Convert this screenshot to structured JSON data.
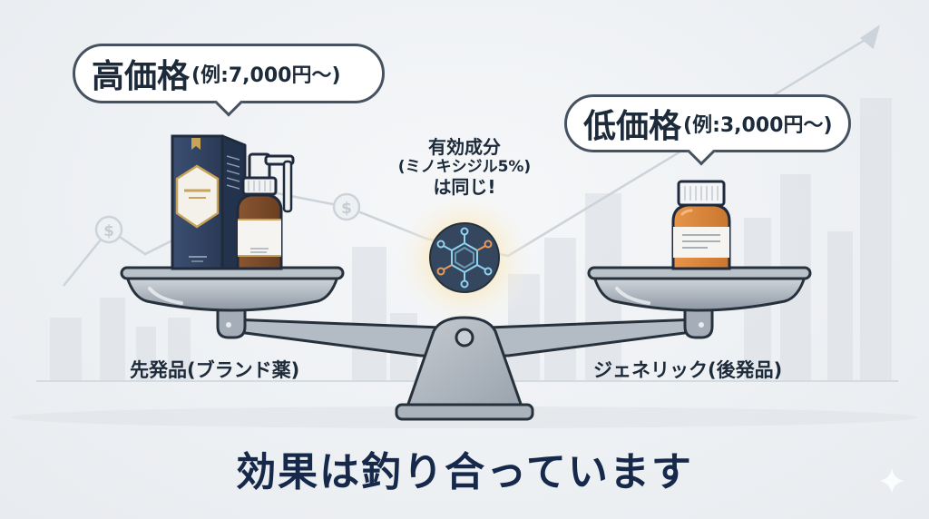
{
  "bubbles": {
    "left": {
      "main": "高価格",
      "sub": "(例:7,000円〜)"
    },
    "right": {
      "main": "低価格",
      "sub": "(例:3,000円〜)"
    }
  },
  "center_note": {
    "line1": "有効成分",
    "line2": "(ミノキシジル5%)",
    "line3": "は同じ!"
  },
  "labels": {
    "left": "先発品(ブランド薬)",
    "right": "ジェネリック(後発品)"
  },
  "headline": "効果は釣り合っています",
  "icons": {
    "left_product": "brand-box-and-spray-bottle-icon",
    "right_product": "generic-pill-bottle-icon",
    "center": "molecule-icon",
    "scale": "balance-scale-icon",
    "background_currency": "dollar-coin-icon",
    "sparkle": "sparkle-icon"
  },
  "colors": {
    "text_dark": "#1c2a3a",
    "headline": "#16294a",
    "bubble_border": "#46525f",
    "scale_metal": "#a9b2bc",
    "scale_outline": "#27313c",
    "box_navy": "#2d3f5e",
    "gold_accent": "#c8a45a",
    "amber_bottle": "#e08a3c",
    "brown_bottle": "#7a4a2a",
    "molecule_bg": "#34475f",
    "molecule_line": "#8fd3ee",
    "molecule_accent": "#e79a5a",
    "glow": "#f7d88a"
  }
}
